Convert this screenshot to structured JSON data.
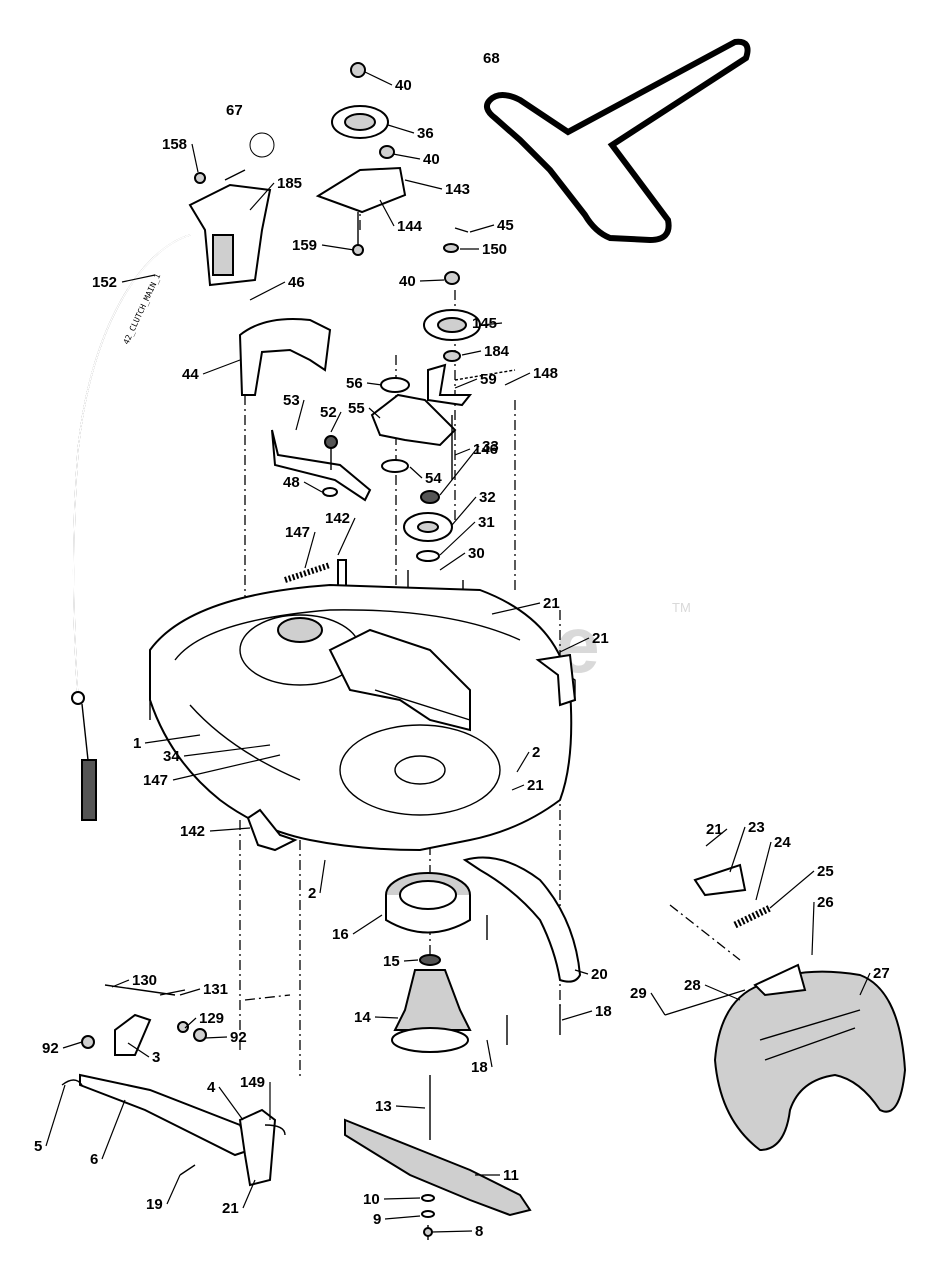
{
  "watermark": {
    "text": "PartsTree",
    "mark": "TM"
  },
  "cable_marking": "42_CLUTCH_MAIN_1",
  "labels": [
    "40",
    "36",
    "40",
    "143",
    "144",
    "159",
    "68",
    "67",
    "158",
    "185",
    "152",
    "46",
    "44",
    "45",
    "150",
    "40",
    "145",
    "184",
    "59",
    "148",
    "56",
    "55",
    "146",
    "54",
    "33",
    "32",
    "31",
    "53",
    "52",
    "48",
    "147",
    "142",
    "30",
    "21",
    "21",
    "1",
    "34",
    "147",
    "2",
    "21",
    "142",
    "2",
    "16",
    "15",
    "14",
    "13",
    "11",
    "10",
    "9",
    "8",
    "18",
    "18",
    "20",
    "21",
    "23",
    "24",
    "25",
    "26",
    "27",
    "28",
    "29",
    "130",
    "131",
    "129",
    "92",
    "92",
    "3",
    "5",
    "6",
    "4",
    "149",
    "19",
    "21"
  ]
}
